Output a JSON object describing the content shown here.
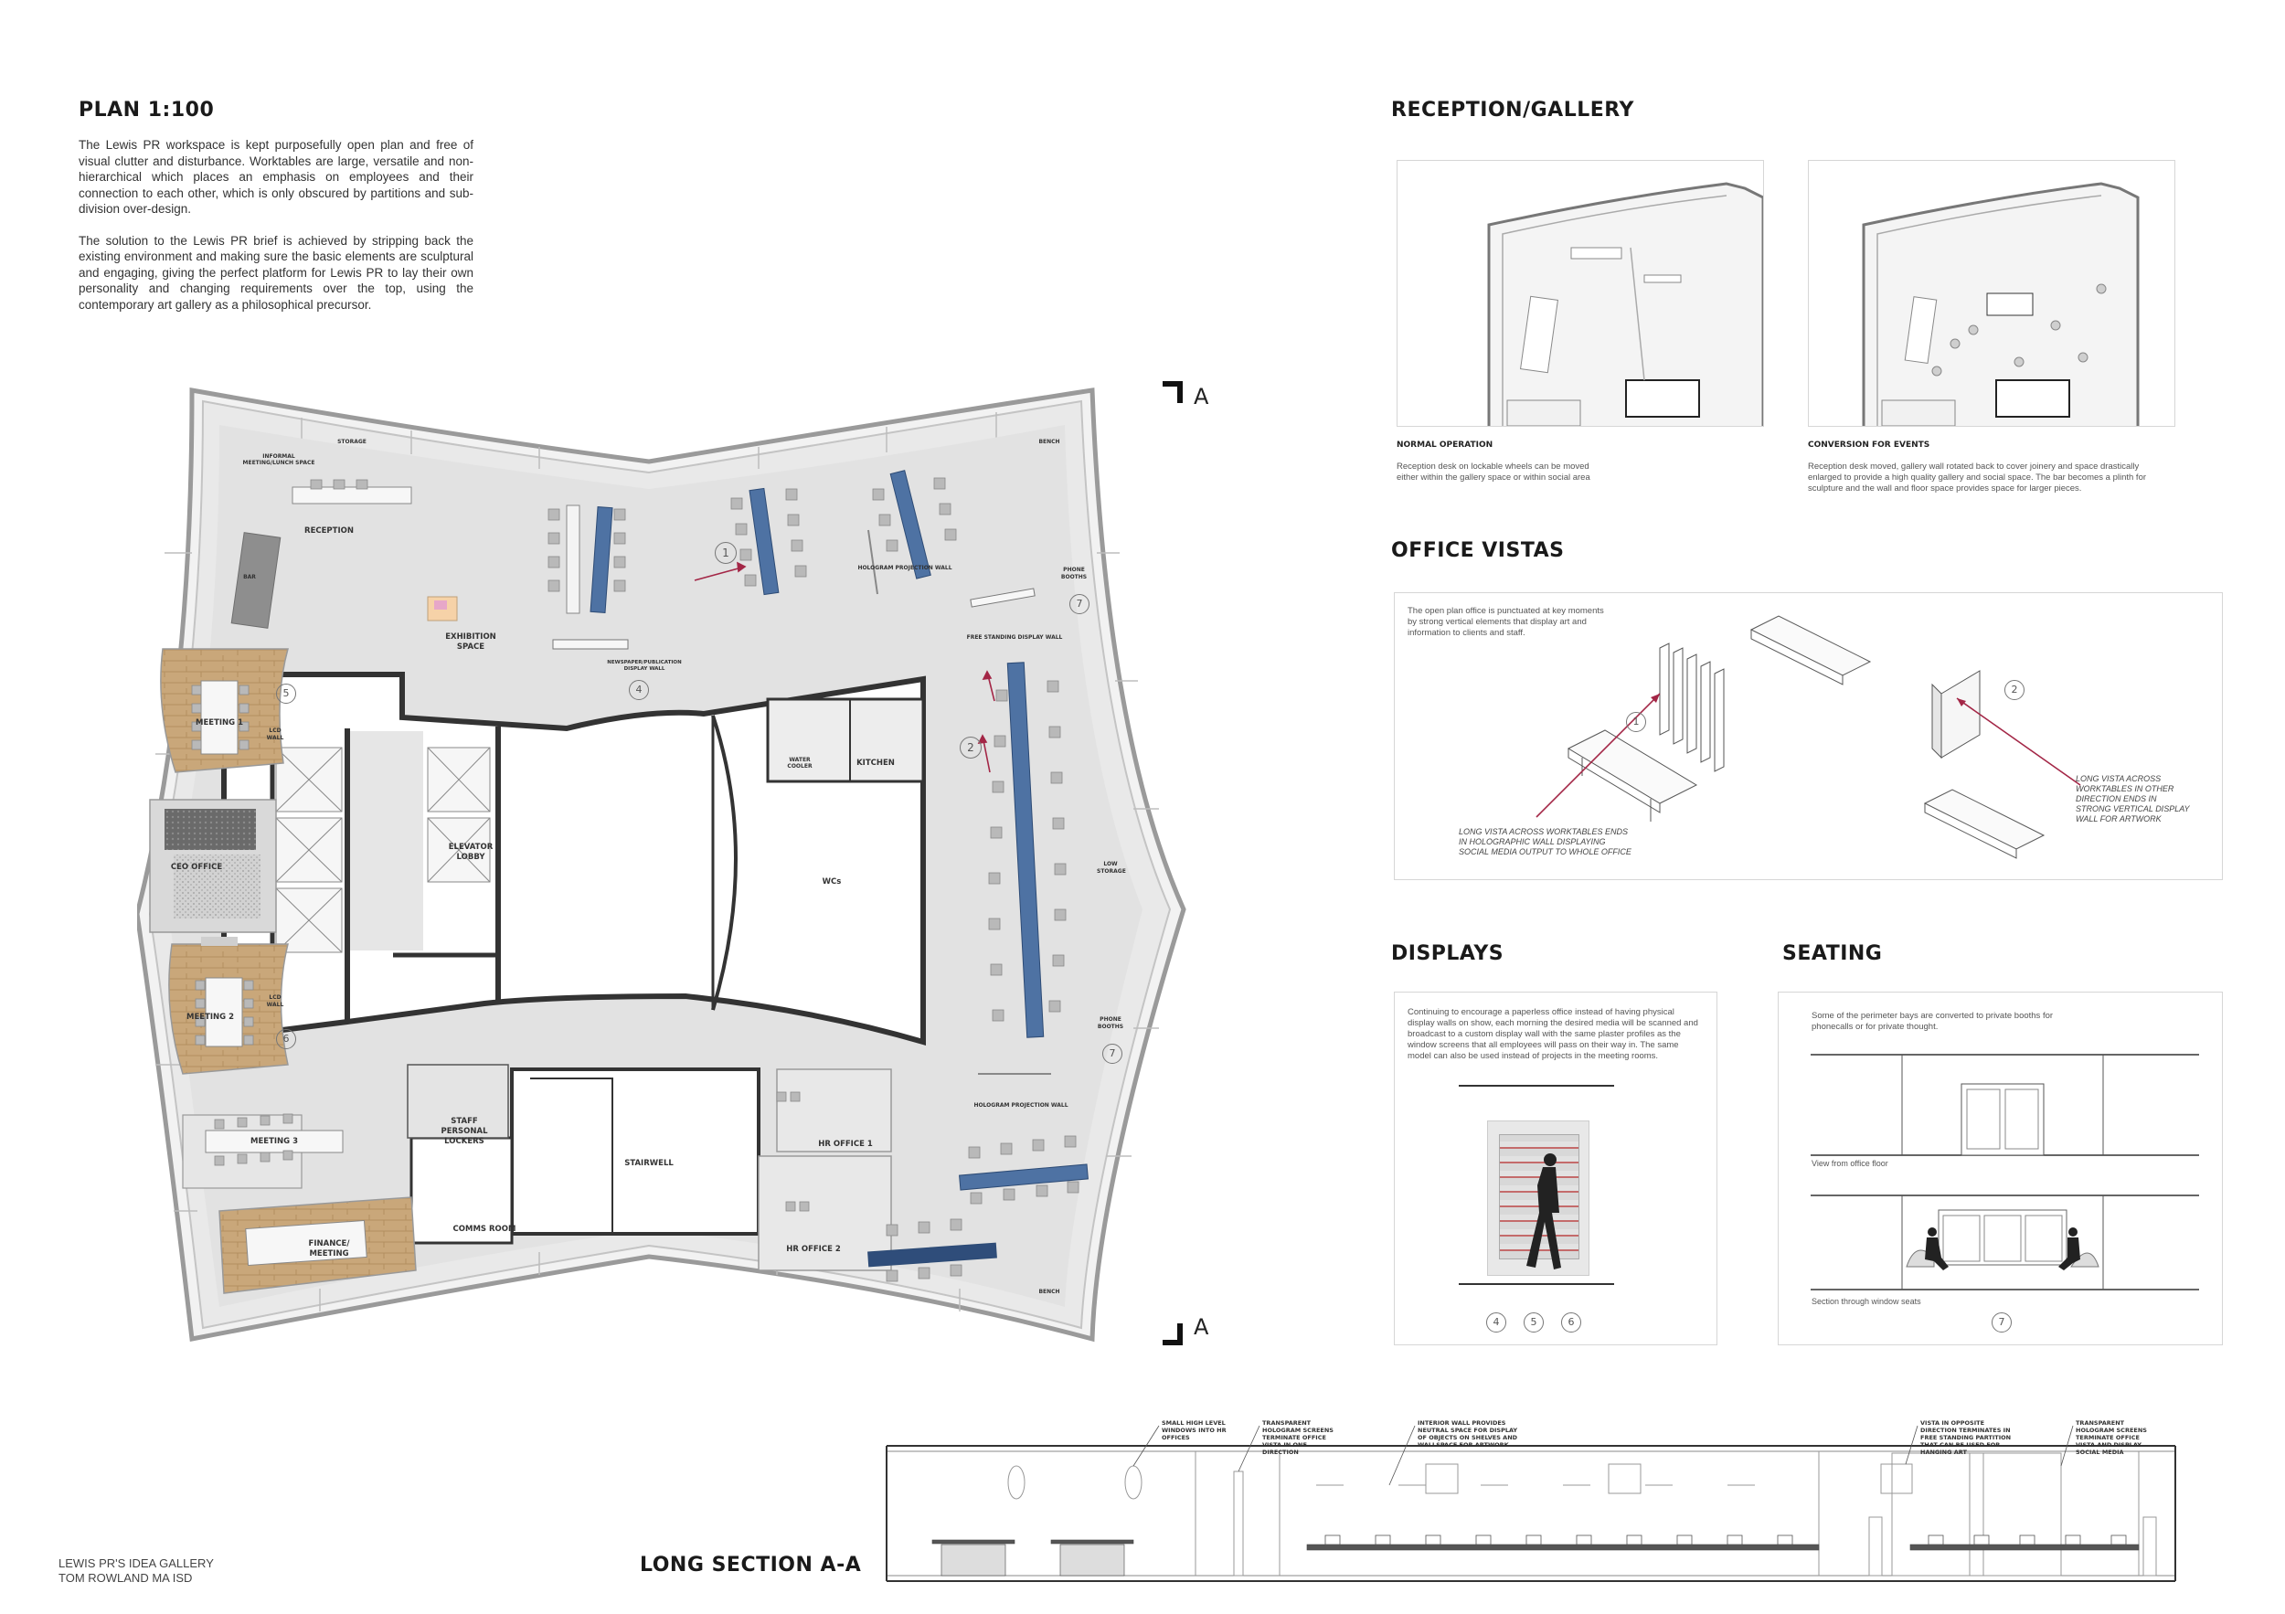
{
  "plan": {
    "title": "PLAN 1:100",
    "paragraphs": [
      "The Lewis PR workspace is kept purposefully open plan and free of visual clutter and disturbance. Worktables are large, versatile and non-hierarchical which places an emphasis on employees and their connection to each other, which is only obscured by partitions and sub-division over-design.",
      "The solution to the Lewis PR brief is achieved by stripping back the existing environment and making sure the basic elements are sculptural  and engaging, giving the perfect platform for Lewis PR to lay their own personality and changing requirements over the top, using the contemporary art gallery as a philosophical precursor."
    ],
    "section_marker": "A",
    "rooms": {
      "reception": "RECEPTION",
      "bar": "BAR",
      "informal": "INFORMAL MEETING/LUNCH SPACE",
      "storage": "STORAGE",
      "bench_top": "BENCH",
      "bench_bottom": "BENCH",
      "exhibition": "EXHIBITION SPACE",
      "meeting1": "MEETING 1",
      "meeting2": "MEETING 2",
      "meeting3": "MEETING 3",
      "lcd1": "LCD WALL",
      "lcd2": "LCD WALL",
      "ceo": "CEO OFFICE",
      "elevator": "ELEVATOR LOBBY",
      "wcs": "WCs",
      "kitchen": "KITCHEN",
      "water": "WATER COOLER",
      "stairwell": "STAIRWELL",
      "comms": "COMMS ROOM",
      "lockers": "STAFF PERSONAL LOCKERS",
      "finance": "FINANCE/ MEETING",
      "hr1": "HR OFFICE 1",
      "hr2": "HR OFFICE 2",
      "phone1": "PHONE BOOTHS",
      "phone2": "PHONE BOOTHS",
      "low_storage": "LOW STORAGE",
      "holo_wall": "HOLOGRAM PROJECTION WALL",
      "holo_wall2": "HOLOGRAM PROJECTION WALL",
      "free_display": "FREE STANDING DISPLAY WALL",
      "news_display": "NEWSPAPER/PUBLICATION DISPLAY WALL"
    },
    "markers": [
      "1",
      "2",
      "4",
      "5",
      "6",
      "7"
    ]
  },
  "reception": {
    "title": "RECEPTION/GALLERY",
    "normal_caption": "NORMAL OPERATION",
    "normal_text": "Reception desk on lockable wheels can be moved either within the gallery space or within social area",
    "events_caption": "CONVERSION FOR EVENTS",
    "events_text": "Reception desk moved, gallery wall rotated back to cover joinery and space drastically enlarged to provide a high quality gallery and social space. The bar becomes a plinth for sculpture and the wall and floor space provides space for larger pieces."
  },
  "vistas": {
    "title": "OFFICE VISTAS",
    "intro": "The open plan office is punctuated at key moments by strong vertical elements that display art and information to clients and staff.",
    "note1": "LONG VISTA ACROSS WORKTABLES ENDS IN HOLOGRAPHIC WALL DISPLAYING SOCIAL MEDIA OUTPUT TO WHOLE OFFICE",
    "note2": "LONG VISTA ACROSS WORKTABLES IN OTHER DIRECTION ENDS IN STRONG VERTICAL DISPLAY WALL FOR ARTWORK",
    "marker1": "1",
    "marker2": "2"
  },
  "displays": {
    "title": "DISPLAYS",
    "text": "Continuing to encourage a paperless office instead of having physical display walls on show, each morning the desired media will be scanned and broadcast to a custom display wall with the same plaster profiles as the window screens that all employees will pass on their way in. The same model can also be used instead of projects in the meeting rooms.",
    "markers": [
      "4",
      "5",
      "6"
    ]
  },
  "seating": {
    "title": "SEATING",
    "text": "Some of the perimeter bays are converted to private booths for phonecalls or for private thought.",
    "caption1": "View from office floor",
    "caption2": "Section through window seats",
    "marker": "7"
  },
  "section": {
    "title": "LONG SECTION A-A",
    "note1": "SMALL HIGH LEVEL WINDOWS INTO HR OFFICES",
    "note2": "TRANSPARENT HOLOGRAM SCREENS TERMINATE OFFICE VISTA IN ONE DIRECTION",
    "note3": "INTERIOR WALL PROVIDES NEUTRAL SPACE FOR DISPLAY OF OBJECTS ON SHELVES AND WALLSPACE FOR ARTWORK",
    "note4": "VISTA IN OPPOSITE DIRECTION TERMINATES IN FREE STANDING PARTITION THAT CAN BE USED FOR HANGING ART",
    "note5": "TRANSPARENT HOLOGRAM SCREENS TERMINATE OFFICE VISTA AND DISPLAY SOCIAL MEDIA"
  },
  "footer": {
    "line1": "LEWIS PR'S IDEA GALLERY",
    "line2": "TOM ROWLAND MA ISD"
  }
}
